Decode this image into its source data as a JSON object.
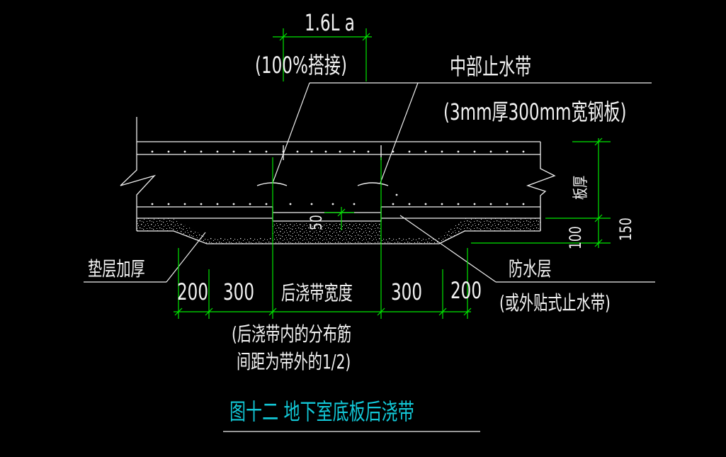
{
  "diagram": {
    "colors": {
      "background": "#000000",
      "outline": "#ffffff",
      "dimension": "#00ff00",
      "title": "#12c7d6",
      "hatch": "#d8d8d8"
    },
    "labels": {
      "lap_length": "1.6L a",
      "lap_note": "(100%搭接)",
      "waterstop_title": "中部止水带",
      "waterstop_spec": "(3mm厚300mm宽钢板)",
      "slab_thickness": "板厚",
      "dim_150": "150",
      "dim_100": "100",
      "dim_50": "50",
      "cushion_thicken": "垫层加厚",
      "waterproof_layer": "防水层",
      "external_waterstop": "(或外贴式止水带)",
      "dim_200_left": "200",
      "dim_300_left": "300",
      "pour_strip_width": "后浇带宽度",
      "dim_300_right": "300",
      "dim_200_right": "200",
      "rebar_note_line1": "(后浇带内的分布筋",
      "rebar_note_line2": "间距为带外的1/2)"
    },
    "title": "图十二 地下室底板后浇带"
  }
}
